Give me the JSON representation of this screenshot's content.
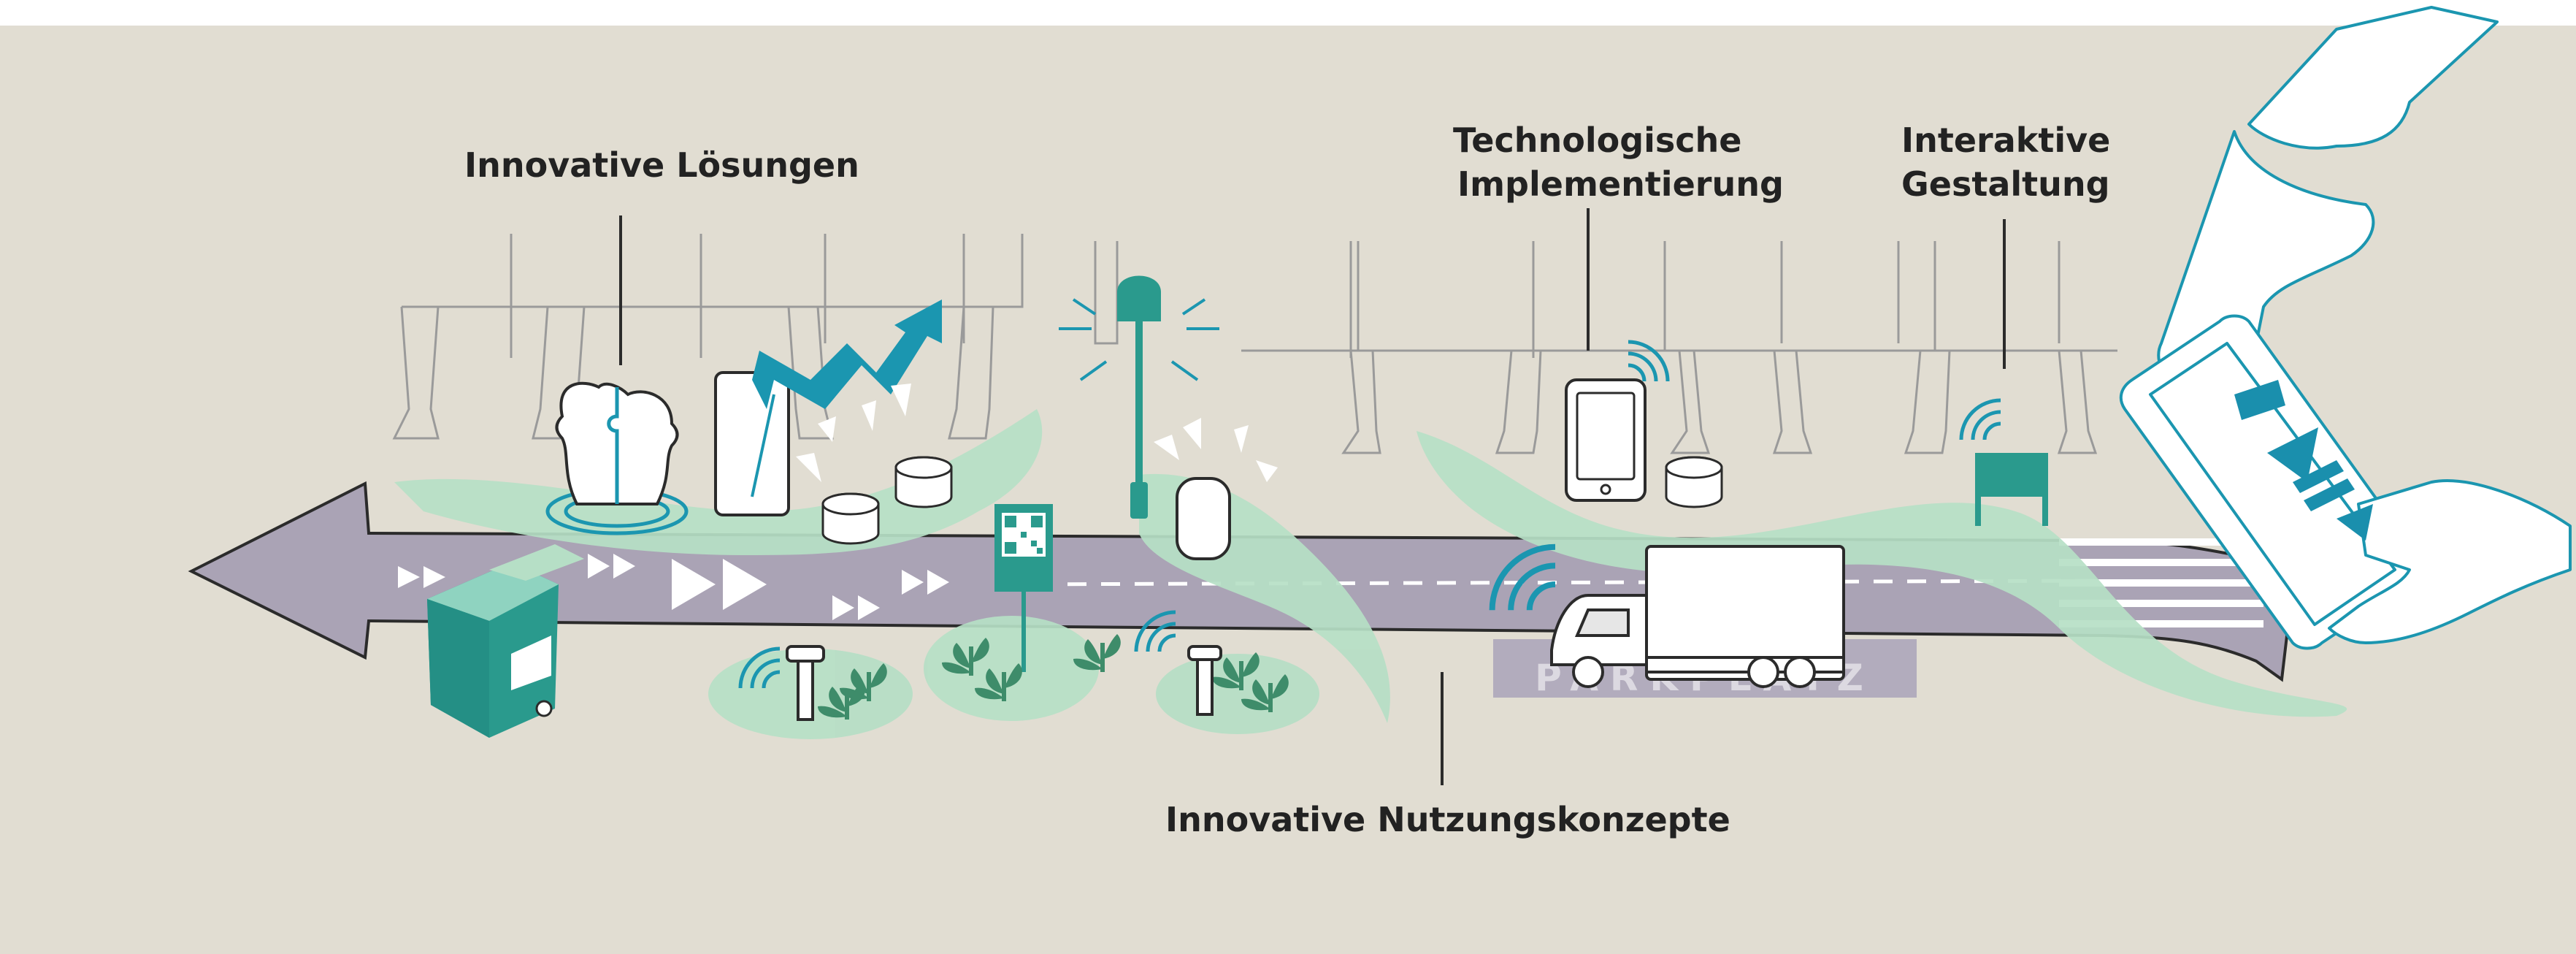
{
  "labels": {
    "innovative_loesungen": "Innovative Lösungen",
    "technologische_line1": "Technologische",
    "technologische_line2": "Implementierung",
    "interaktive_line1": "Interaktive",
    "interaktive_line2": "Gestaltung",
    "nutzungskonzepte": "Innovative Nutzungskonzepte",
    "parking_marking": "PARKPLATZ"
  },
  "colors": {
    "background": "#e1ddd2",
    "road": "#aaa3b5",
    "green_path": "#b6dfc6",
    "teal": "#2a9a8d",
    "dark_teal": "#248f85",
    "blue_accent": "#1b96b0",
    "tablet_accent": "#1a8fad",
    "leaf": "#3e8c6a",
    "parking": "#b2acbd",
    "outline": "#2b2b2b"
  },
  "icons": [
    "head-puzzle-icon",
    "smartphone-icon",
    "rising-arrow-icon",
    "sensor-puck-icon",
    "street-lamp-icon",
    "qr-sign-icon",
    "bollard-sensor-icon",
    "plant-icon",
    "tablet-icon",
    "info-board-icon",
    "truck-icon",
    "kiosk-cart-icon",
    "hand-tablet-icon",
    "wifi-signal-icon",
    "play-icon",
    "pause-icon"
  ]
}
